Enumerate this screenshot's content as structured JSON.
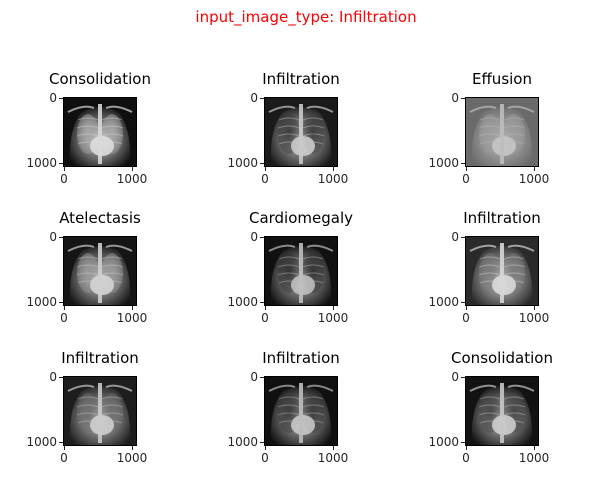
{
  "suptitle": {
    "text": "input_image_type: Infiltration",
    "color": "#ff0000"
  },
  "panels": [
    {
      "title": "Consolidation",
      "xticks": [
        "0",
        "1000"
      ],
      "yticks": [
        "0",
        "1000"
      ]
    },
    {
      "title": "Infiltration",
      "xticks": [
        "0",
        "1000"
      ],
      "yticks": [
        "0",
        "1000"
      ]
    },
    {
      "title": "Effusion",
      "xticks": [
        "0",
        "1000"
      ],
      "yticks": [
        "0",
        "1000"
      ]
    },
    {
      "title": "Atelectasis",
      "xticks": [
        "0",
        "1000"
      ],
      "yticks": [
        "0",
        "1000"
      ]
    },
    {
      "title": "Cardiomegaly",
      "xticks": [
        "0",
        "1000"
      ],
      "yticks": [
        "0",
        "1000"
      ]
    },
    {
      "title": "Infiltration",
      "xticks": [
        "0",
        "1000"
      ],
      "yticks": [
        "0",
        "1000"
      ]
    },
    {
      "title": "Infiltration",
      "xticks": [
        "0",
        "1000"
      ],
      "yticks": [
        "0",
        "1000"
      ]
    },
    {
      "title": "Infiltration",
      "xticks": [
        "0",
        "1000"
      ],
      "yticks": [
        "0",
        "1000"
      ]
    },
    {
      "title": "Consolidation",
      "xticks": [
        "0",
        "1000"
      ],
      "yticks": [
        "0",
        "1000"
      ]
    }
  ]
}
